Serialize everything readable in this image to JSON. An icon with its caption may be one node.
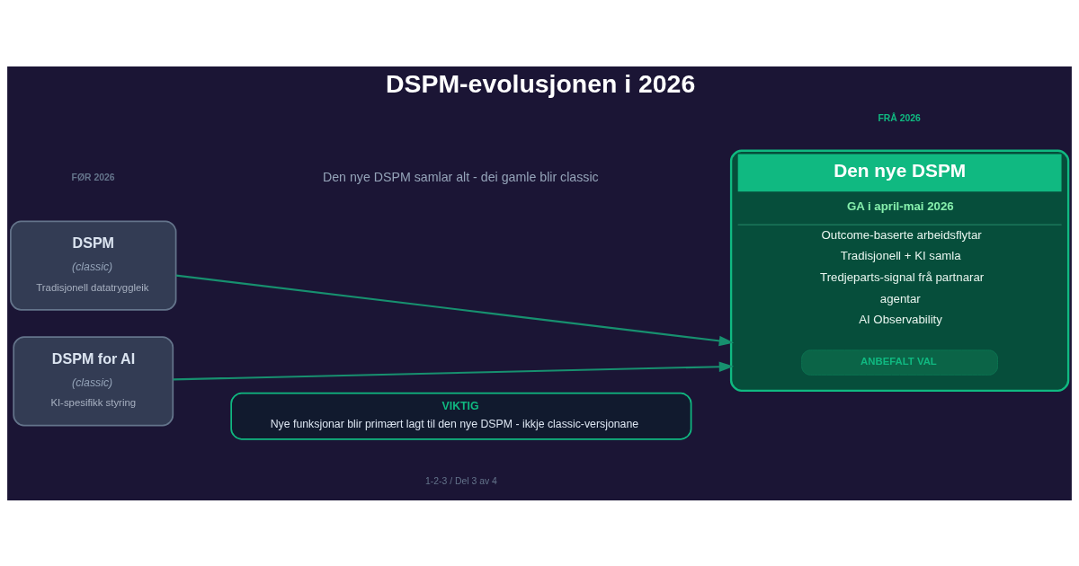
{
  "diagram": {
    "title": "DSPM-evolusjonen i 2026",
    "nodes": [
      {
        "text": [
          "DSPM",
          "(classic)",
          "Tradisjonell datatryggleik"
        ]
      },
      {
        "text": [
          "DSPM for AI",
          "(classic)",
          "KI-spesifikk styring"
        ]
      },
      {
        "text": [
          "Den nye DSPM",
          "GA i april-mai 2026",
          "Outcome-baserte arbeidsflytar",
          "Tradisjonell + KI samla",
          "Tredjeparts-signal frå partnarar",
          "agentar",
          "AI Observability"
        ]
      },
      {
        "text": [
          "ANBEFALT VAL"
        ],
        "in": 2
      },
      {
        "text": [
          "VIKTIG",
          "Nye funksjonar blir primært lagt til den nye DSPM - ikkje classic-versjonane"
        ]
      }
    ],
    "edges": [
      {
        "from": 0,
        "to": 2,
        "arrow": "to"
      },
      {
        "from": 1,
        "to": 2,
        "arrow": "to"
      }
    ],
    "labels": [
      "Den nye DSPM samlar alt - dei gamle blir classic",
      "FØR 2026",
      "FRÅ 2026",
      "1-2-3 / Del 3 av 4"
    ]
  }
}
